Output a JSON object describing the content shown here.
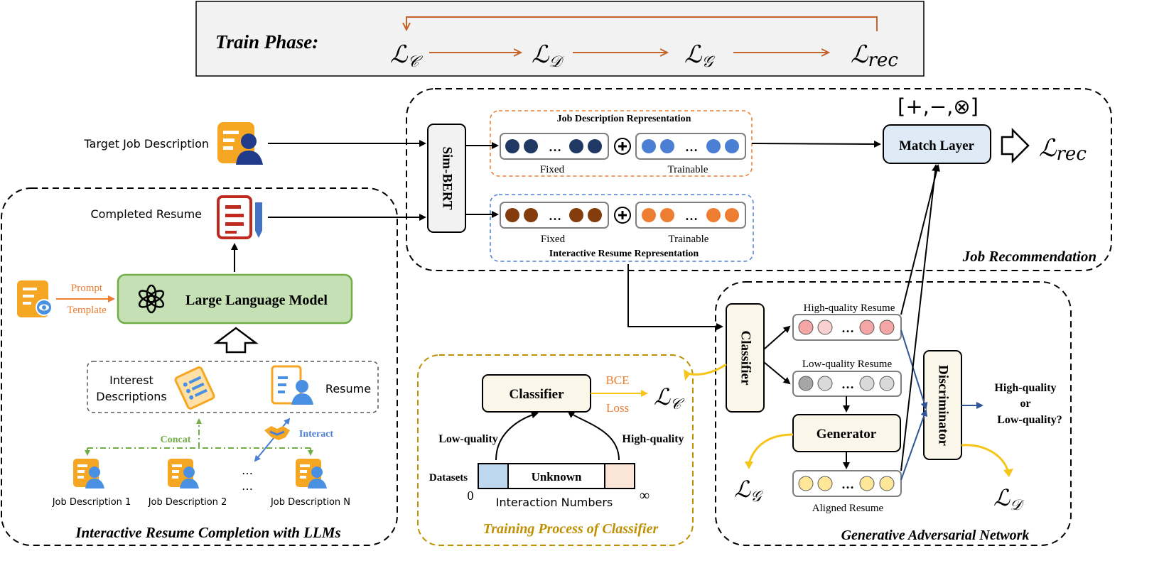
{
  "train_phase": {
    "title": "Train Phase:",
    "losses": [
      {
        "symbol": "ℒ",
        "sub": "𝒞"
      },
      {
        "symbol": "ℒ",
        "sub": "𝒟"
      },
      {
        "symbol": "ℒ",
        "sub": "𝒢"
      },
      {
        "symbol": "ℒ",
        "sub": "rec"
      }
    ]
  },
  "inputs": {
    "target_job": "Target Job Description",
    "completed_resume": "Completed Resume"
  },
  "sim_bert": "Sim-BERT",
  "job_rep": {
    "title": "Job Description Representation",
    "fixed": "Fixed",
    "trainable": "Trainable"
  },
  "resume_rep": {
    "title": "Interactive Resume Representation",
    "fixed": "Fixed",
    "trainable": "Trainable"
  },
  "match": {
    "ops": "[+,−,⊗]",
    "label": "Match Layer",
    "loss_symbol": "ℒ",
    "loss_sub": "rec"
  },
  "job_recommendation": "Job Recommendation",
  "llm_section": {
    "title": "Interactive Resume Completion with LLMs",
    "llm": "Large Language Model",
    "prompt": "Prompt",
    "template": "Template",
    "interest_line1": "Interest",
    "interest_line2": "Descriptions",
    "resume": "Resume",
    "concat": "Concat",
    "interact": "Interact",
    "job1": "Job Description 1",
    "job2": "Job Description 2",
    "jobN": "Job Description N",
    "ellipsis": "…"
  },
  "classifier_training": {
    "title": "Training Process of Classifier",
    "classifier": "Classifier",
    "bce": "BCE",
    "loss": "Loss",
    "loss_symbol": "ℒ",
    "loss_sub": "𝒞",
    "low": "Low-quality",
    "high": "High-quality",
    "datasets": "Datasets",
    "unknown": "Unknown",
    "zero": "0",
    "inf": "∞",
    "axis": "Interaction Numbers"
  },
  "gan": {
    "title": "Generative Adversarial Network",
    "classifier": "Classifier",
    "high_resume": "High-quality Resume",
    "low_resume": "Low-quality Resume",
    "generator": "Generator",
    "aligned": "Aligned Resume",
    "discriminator": "Discriminator",
    "question1": "High-quality",
    "question2": "or",
    "question3": "Low-quality?",
    "loss_g_symbol": "ℒ",
    "loss_g_sub": "𝒢",
    "loss_d_symbol": "ℒ",
    "loss_d_sub": "𝒟"
  },
  "colors": {
    "orange": "#C5642A",
    "navy": "#1F3864",
    "blue": "#4A7FD4",
    "brown": "#843C0C",
    "light_orange": "#ED7D31",
    "green_fill": "#C5E0B4",
    "green_stroke": "#70AD47",
    "match_fill": "#DEEBF7",
    "cream": "#FAF7EA",
    "gold": "#BF9000",
    "yellow": "#F5C518",
    "pink": "#F4A6A6",
    "gray": "#BFBFBF",
    "light_yellow": "#FFE699",
    "dark_blue_arrow": "#2F5597"
  }
}
